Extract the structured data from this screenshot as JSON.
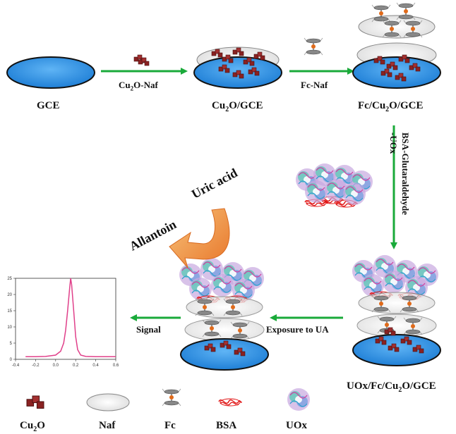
{
  "stages": {
    "gce": "GCE",
    "cu2o_gce": {
      "pre": "Cu",
      "sub": "2",
      "post": "O/GCE"
    },
    "fc_cu2o_gce": {
      "pre": "Fc/Cu",
      "sub": "2",
      "post": "O/GCE"
    },
    "uox_fc_cu2o_gce": {
      "pre": "UOx/Fc/Cu",
      "sub": "2",
      "post": "O/GCE"
    }
  },
  "arrows": {
    "step1": {
      "pre": "Cu",
      "sub": "2",
      "post": "O-Naf"
    },
    "step2": "Fc-Naf",
    "step3_line1": "BSA-Glutaraldehyde",
    "step3_line2": "-UOx",
    "step4": "Exposure to UA",
    "step5": "Signal"
  },
  "reaction": {
    "reactant": "Uric acid",
    "product": "Allantoin"
  },
  "legend": {
    "cu2o": {
      "pre": "Cu",
      "sub": "2",
      "post": "O"
    },
    "naf": "Naf",
    "fc": "Fc",
    "bsa": "BSA",
    "uox": "UOx"
  },
  "chart_data": {
    "type": "line",
    "title": "",
    "xlabel": "",
    "ylabel": "",
    "xlim": [
      -0.4,
      0.6
    ],
    "ylim": [
      0,
      25
    ],
    "xticks": [
      "-0.4",
      "-0.2",
      "0.0",
      "0.2",
      "0.4",
      "0.6"
    ],
    "yticks": [
      "0",
      "5",
      "10",
      "15",
      "20",
      "25"
    ],
    "series": [
      {
        "color": "#e0408a",
        "x": [
          -0.3,
          -0.2,
          -0.1,
          0.0,
          0.05,
          0.08,
          0.1,
          0.12,
          0.14,
          0.15,
          0.16,
          0.18,
          0.2,
          0.22,
          0.25,
          0.3,
          0.4,
          0.5,
          0.6
        ],
        "y": [
          0.8,
          0.8,
          0.9,
          1.3,
          2.5,
          5,
          9,
          15,
          22,
          25,
          23,
          15,
          7,
          3,
          1.3,
          0.9,
          0.8,
          0.8,
          0.8
        ]
      }
    ]
  },
  "colors": {
    "electrode_blue": "#2e8fe0",
    "arrow_green": "#1aaa3a",
    "cu2o_red": "#8a2222",
    "bsa_red": "#e01010",
    "orange_arrow": "#f29a3a"
  }
}
